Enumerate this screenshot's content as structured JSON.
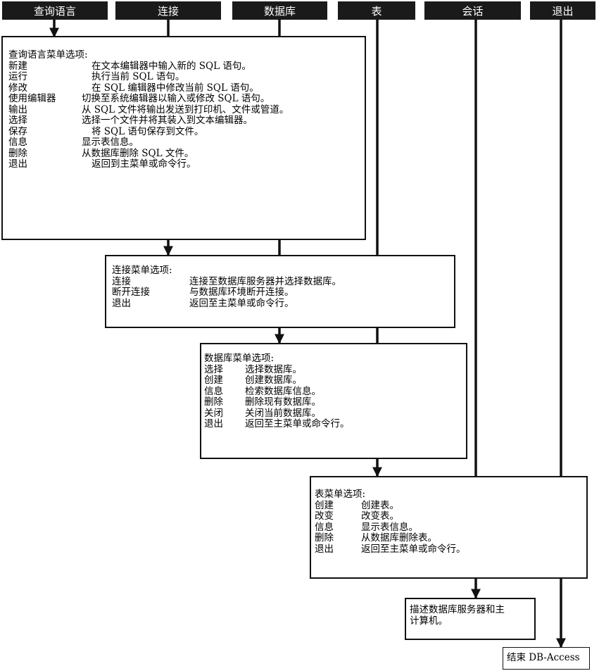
{
  "menu": [
    {
      "id": "query",
      "label": "查询语言"
    },
    {
      "id": "connect",
      "label": "连接"
    },
    {
      "id": "database",
      "label": "数据库"
    },
    {
      "id": "table",
      "label": "表"
    },
    {
      "id": "session",
      "label": "会话"
    },
    {
      "id": "exit",
      "label": "退出"
    }
  ],
  "query_box": {
    "title": "查询语言菜单选项:",
    "items": [
      {
        "key": "新建",
        "desc": "在文本编辑器中输入新的 SQL 语句。"
      },
      {
        "key": "运行",
        "desc": "执行当前 SQL 语句。"
      },
      {
        "key": "修改",
        "desc": "在 SQL 编辑器中修改当前 SQL 语句。"
      },
      {
        "key": "使用编辑器",
        "desc": "切换至系统编辑器以输入或修改 SQL 语句。"
      },
      {
        "key": "输出",
        "desc": "从 SQL 文件将输出发送到打印机、文件或管道。"
      },
      {
        "key": "选择",
        "desc": "选择一个文件并将其装入到文本编辑器。"
      },
      {
        "key": "保存",
        "desc": "将 SQL 语句保存到文件。"
      },
      {
        "key": "信息",
        "desc": "显示表信息。"
      },
      {
        "key": "删除",
        "desc": "从数据库删除 SQL 文件。"
      },
      {
        "key": "退出",
        "desc": "返回到主菜单或命令行。"
      }
    ]
  },
  "connect_box": {
    "title": "连接菜单选项:",
    "items": [
      {
        "key": "连接",
        "desc": "连接至数据库服务器并选择数据库。"
      },
      {
        "key": "断开连接",
        "desc": "与数据库环境断开连接。"
      },
      {
        "key": "退出",
        "desc": "返回至主菜单或命令行。"
      }
    ]
  },
  "database_box": {
    "title": "数据库菜单选项:",
    "items": [
      {
        "key": "选择",
        "desc": "选择数据库。"
      },
      {
        "key": "创建",
        "desc": "创建数据库。"
      },
      {
        "key": "信息",
        "desc": "检索数据库信息。"
      },
      {
        "key": "删除",
        "desc": "删除现有数据库。"
      },
      {
        "key": "关闭",
        "desc": "关闭当前数据库。"
      },
      {
        "key": "退出",
        "desc": "返回至主菜单或命令行。"
      }
    ]
  },
  "table_box": {
    "title": "表菜单选项:",
    "items": [
      {
        "key": "创建",
        "desc": "创建表。"
      },
      {
        "key": "改变",
        "desc": "改变表。"
      },
      {
        "key": "信息",
        "desc": "显示表信息。"
      },
      {
        "key": "删除",
        "desc": "从数据库删除表。"
      },
      {
        "key": "退出",
        "desc": "返回至主菜单或命令行。"
      }
    ]
  },
  "session_box": {
    "line1": "描述数据库服务器和主",
    "line2": "计算机。"
  },
  "end_box": {
    "label": "结束 DB-Access"
  }
}
